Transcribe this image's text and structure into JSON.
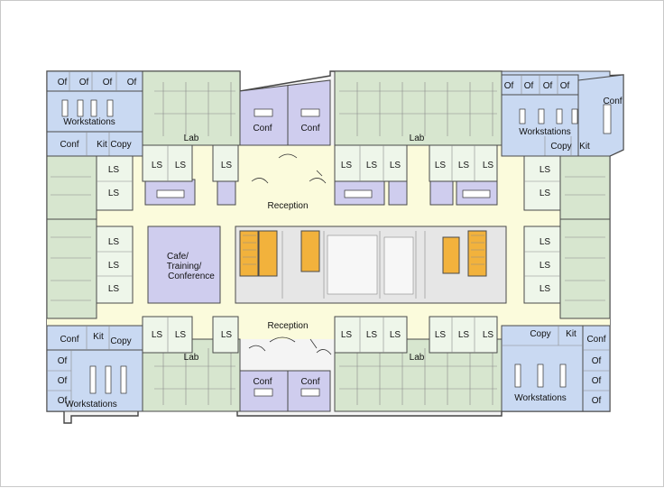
{
  "colors": {
    "lab": "#d7e6cf",
    "office": "#c9d9f2",
    "conf": "#cfcdee",
    "corridor": "#fbfbdc",
    "core": "#e6e6e6",
    "stair": "#f2b23c",
    "ls": "#eef6ea",
    "wall": "#444444"
  },
  "labels": {
    "of": "Of",
    "conf": "Conf",
    "kit": "Kit",
    "copy": "Copy",
    "ls": "LS",
    "lab": "Lab",
    "workstations": "Workstations",
    "reception": "Reception",
    "cafe_line1": "Cafe/",
    "cafe_line2": "Training/",
    "cafe_line3": "Conference"
  }
}
